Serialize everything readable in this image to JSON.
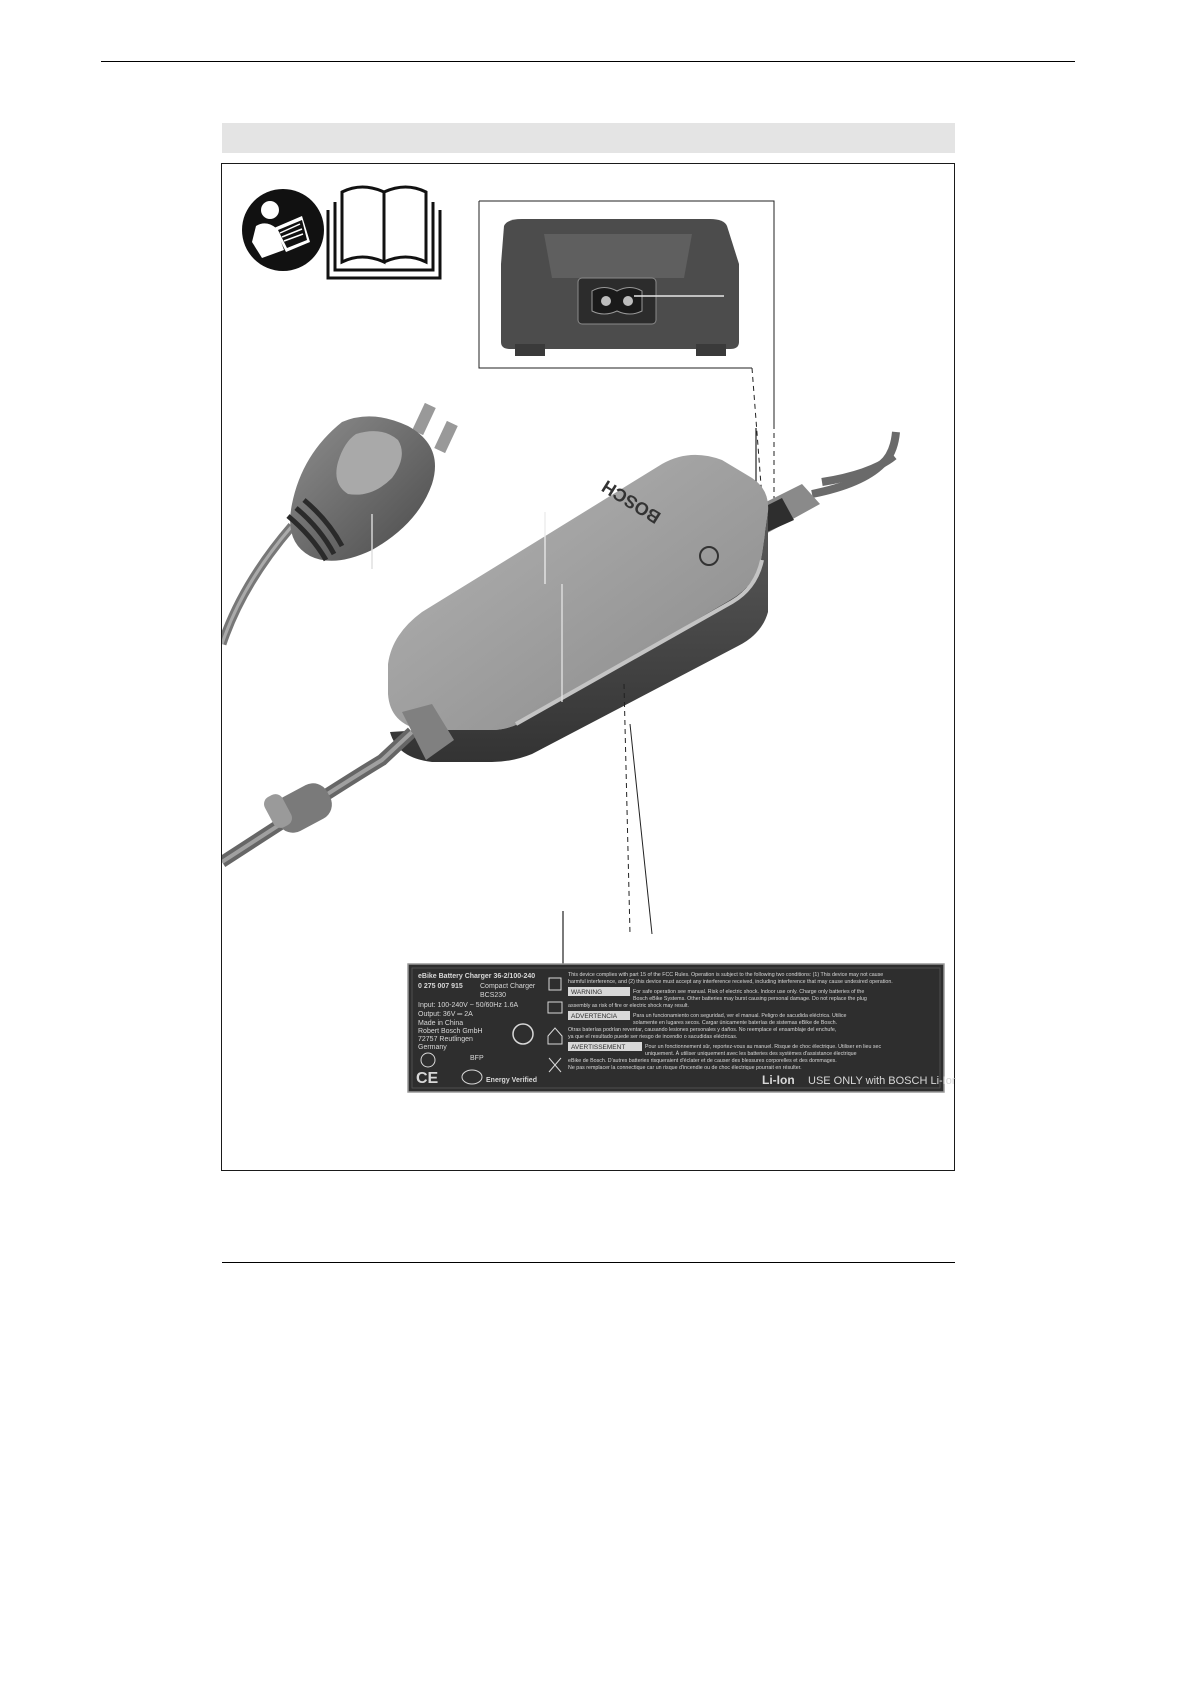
{
  "figure": {
    "brand_logo": "BOSCH",
    "rating_label": {
      "model_title": "eBike Battery Charger 36-2/100-240",
      "part_number": "0 275 007 915",
      "product_name": "Compact Charger",
      "product_code": "BCS230",
      "input_spec": "Input: 100-240V ~ 50/60Hz 1.6A",
      "output_spec": "Output: 36V ═ 2A",
      "origin": "Made in China",
      "manufacturer": "Robert Bosch GmbH",
      "address_city": "72757 Reutlingen",
      "address_country": "Germany",
      "bfp_mark": "BFP",
      "ce_mark": "CE",
      "energy_mark": "Energy Verified",
      "fcc_text_1": "This device complies with part 15 of the FCC Rules. Operation is subject to the following two conditions: (1) This device may not cause",
      "fcc_text_2": "harmful interference, and (2) this device must accept any interference received, including interference that may cause undesired operation.",
      "warning_tag": "WARNING",
      "warning_text_1": "For safe operation see manual. Risk of electric shock. Indoor use only. Charge only batteries of the",
      "warning_text_2": "Bosch eBike Systems. Other batteries may burst causing personal damage. Do not replace the plug",
      "warning_text_3": "assembly as risk of fire or electric shock may result.",
      "advertencia_tag": "ADVERTENCIA",
      "advertencia_text_1": "Para un funcionamiento con seguridad, ver el manual. Peligro de sacudida eléctrica. Utilice",
      "advertencia_text_2": "solamente en lugares secos. Cargar únicamente baterías de sistemas eBike de Bosch.",
      "advertencia_text_3": "Otras baterías podrían reventar, causando lesiones personales y daños. No reemplace el ensamblaje del enchufe,",
      "advertencia_text_4": "ya que el resultado puede ser riesgo de incendio o sacudidas eléctricas.",
      "avertissement_tag": "AVERTISSEMENT",
      "avertissement_text_1": "Pour un fonctionnement sûr, reportez-vous au manuel. Risque de choc électrique. Utiliser en lieu sec",
      "avertissement_text_2": "uniquement. À utiliser uniquement avec les batteries des systèmes d'assistance électrique",
      "avertissement_text_3": "eBike de Bosch. D'autres batteries risqueraient d'éclater et de causer des blessures corporelles et des dommages.",
      "avertissement_text_4": "Ne pas remplacer la connectique car un risque d'incendie ou de choc électrique pourrait en résulter.",
      "li_ion_label": "Li-Ion",
      "use_only_text": "USE ONLY with BOSCH Li-Ion batteries"
    }
  },
  "colors": {
    "charger_top": "#9a9a9a",
    "charger_side": "#4a4a4a",
    "label_background": "#2e2e2e",
    "band": "#e4e4e4"
  },
  "icons": [
    "read-manual-icon",
    "open-book-icon",
    "ce-mark-icon",
    "ul-mark-icon",
    "weee-bin-icon",
    "indoor-use-icon",
    "double-insulation-icon"
  ]
}
